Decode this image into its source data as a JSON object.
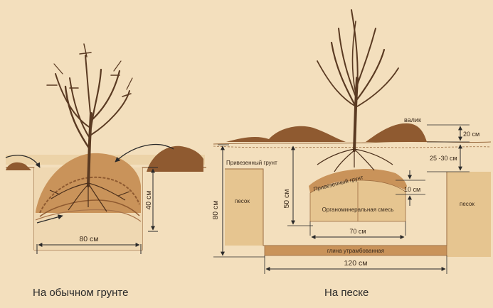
{
  "left_diagram": {
    "caption": "На обычном грунте",
    "width_label": "80 см",
    "depth_label": "40 см"
  },
  "right_diagram": {
    "caption": "На песке",
    "ridge_label": "валик",
    "ridge_height_label": "20 см",
    "topsoil_depth_label": "25 -30 см",
    "imported_soil_label": "Привезенный грунт",
    "mound_soil_label": "Привезенный грунт",
    "mound_thickness_label": "10 см",
    "sand_left_label": "песок",
    "sand_right_label": "песок",
    "pit_depth_label": "80 см",
    "mound_depth_label": "50 см",
    "mix_label": "Органоминеральная смесь",
    "mix_width_label": "70 см",
    "clay_label": "глина утрамбованная",
    "total_width_label": "120 см"
  },
  "colors": {
    "background": "#f3dfbd",
    "soil": "#c9935a",
    "soil_dark": "#8f5a30",
    "sand": "#e6c590",
    "trunk": "#5a3a22"
  }
}
